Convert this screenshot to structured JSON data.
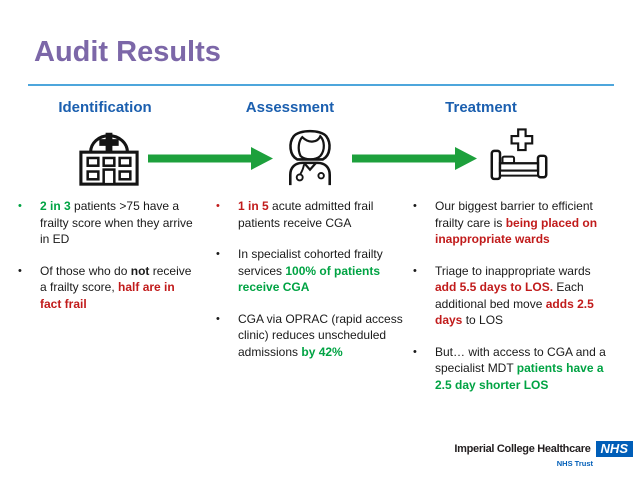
{
  "slide": {
    "title": "Audit Results"
  },
  "colors": {
    "title_purple": "#7C67A8",
    "underline_blue": "#4EA6DC",
    "header_blue": "#1B5FAF",
    "green": "#00A343",
    "red": "#C11B1B",
    "arrow_green": "#1DA03C",
    "nhs_blue": "#005EB8"
  },
  "columns": [
    {
      "header": "Identification",
      "icon": "hospital-icon",
      "bullets": [
        {
          "marker": "green",
          "runs": [
            {
              "t": "2 in 3",
              "c": "green",
              "b": true
            },
            {
              "t": " patients >75 have a frailty score when they arrive in ED"
            }
          ]
        },
        {
          "marker": "black",
          "runs": [
            {
              "t": "Of those who do "
            },
            {
              "t": "not",
              "b": true
            },
            {
              "t": " receive a frailty score, "
            },
            {
              "t": "half are in fact frail",
              "c": "red",
              "b": true
            }
          ]
        }
      ]
    },
    {
      "header": "Assessment",
      "icon": "doctor-icon",
      "bullets": [
        {
          "marker": "red",
          "runs": [
            {
              "t": "1 in 5",
              "c": "red",
              "b": true
            },
            {
              "t": " acute admitted frail patients receive CGA"
            }
          ]
        },
        {
          "marker": "black",
          "runs": [
            {
              "t": "In specialist cohorted frailty services "
            },
            {
              "t": "100% of patients receive CGA",
              "c": "green",
              "b": true
            }
          ]
        },
        {
          "marker": "black",
          "runs": [
            {
              "t": "CGA via OPRAC (rapid access clinic) reduces unscheduled admissions "
            },
            {
              "t": "by 42%",
              "c": "green",
              "b": true
            }
          ]
        }
      ]
    },
    {
      "header": "Treatment",
      "icon": "bed-icon",
      "bullets": [
        {
          "marker": "black",
          "runs": [
            {
              "t": "Our biggest barrier to efficient frailty care is "
            },
            {
              "t": "being placed on inappropriate wards",
              "c": "red",
              "b": true
            }
          ]
        },
        {
          "marker": "black",
          "runs": [
            {
              "t": "Triage to inappropriate wards "
            },
            {
              "t": "add 5.5 days to LOS.",
              "c": "red",
              "b": true
            },
            {
              "t": " Each additional bed move "
            },
            {
              "t": "adds 2.5 days",
              "c": "red",
              "b": true
            },
            {
              "t": " to LOS"
            }
          ]
        },
        {
          "marker": "black",
          "runs": [
            {
              "t": "But… with access to CGA and a specialist MDT "
            },
            {
              "t": "patients have a 2.5 day shorter LOS",
              "c": "green",
              "b": true
            }
          ]
        }
      ]
    }
  ],
  "footer": {
    "org": "Imperial College Healthcare",
    "nhs": "NHS",
    "trust": "NHS Trust"
  }
}
